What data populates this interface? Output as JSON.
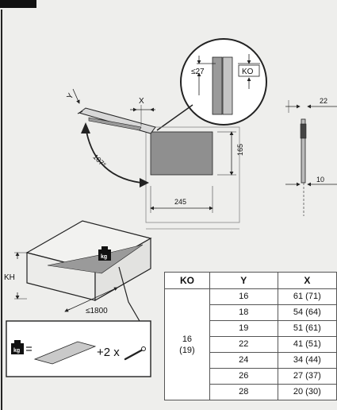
{
  "detail_labels": {
    "max_gap": "≤27",
    "ko": "KO"
  },
  "side_labels": {
    "x": "X",
    "y": "Y",
    "angle": "107°"
  },
  "front_dims": {
    "width": "245",
    "height": "165"
  },
  "edge_dims": {
    "top": "22",
    "bottom": "10"
  },
  "cabinet_labels": {
    "kh": "KH",
    "length": "≤1800"
  },
  "weight_icon": "kg",
  "kit_label": "+2 x",
  "table": {
    "headers": [
      "KO",
      "Y",
      "X"
    ],
    "ko_value": "16",
    "ko_value_alt": "(19)",
    "rows": [
      {
        "y": "16",
        "x": "61 (71)"
      },
      {
        "y": "18",
        "x": "54 (64)"
      },
      {
        "y": "19",
        "x": "51 (61)"
      },
      {
        "y": "22",
        "x": "41 (51)"
      },
      {
        "y": "24",
        "x": "34 (44)"
      },
      {
        "y": "26",
        "x": "27 (37)"
      },
      {
        "y": "28",
        "x": "20 (30)"
      }
    ]
  },
  "colors": {
    "panel": "#8f8f8f",
    "line": "#222222",
    "background": "#eeeeec"
  }
}
